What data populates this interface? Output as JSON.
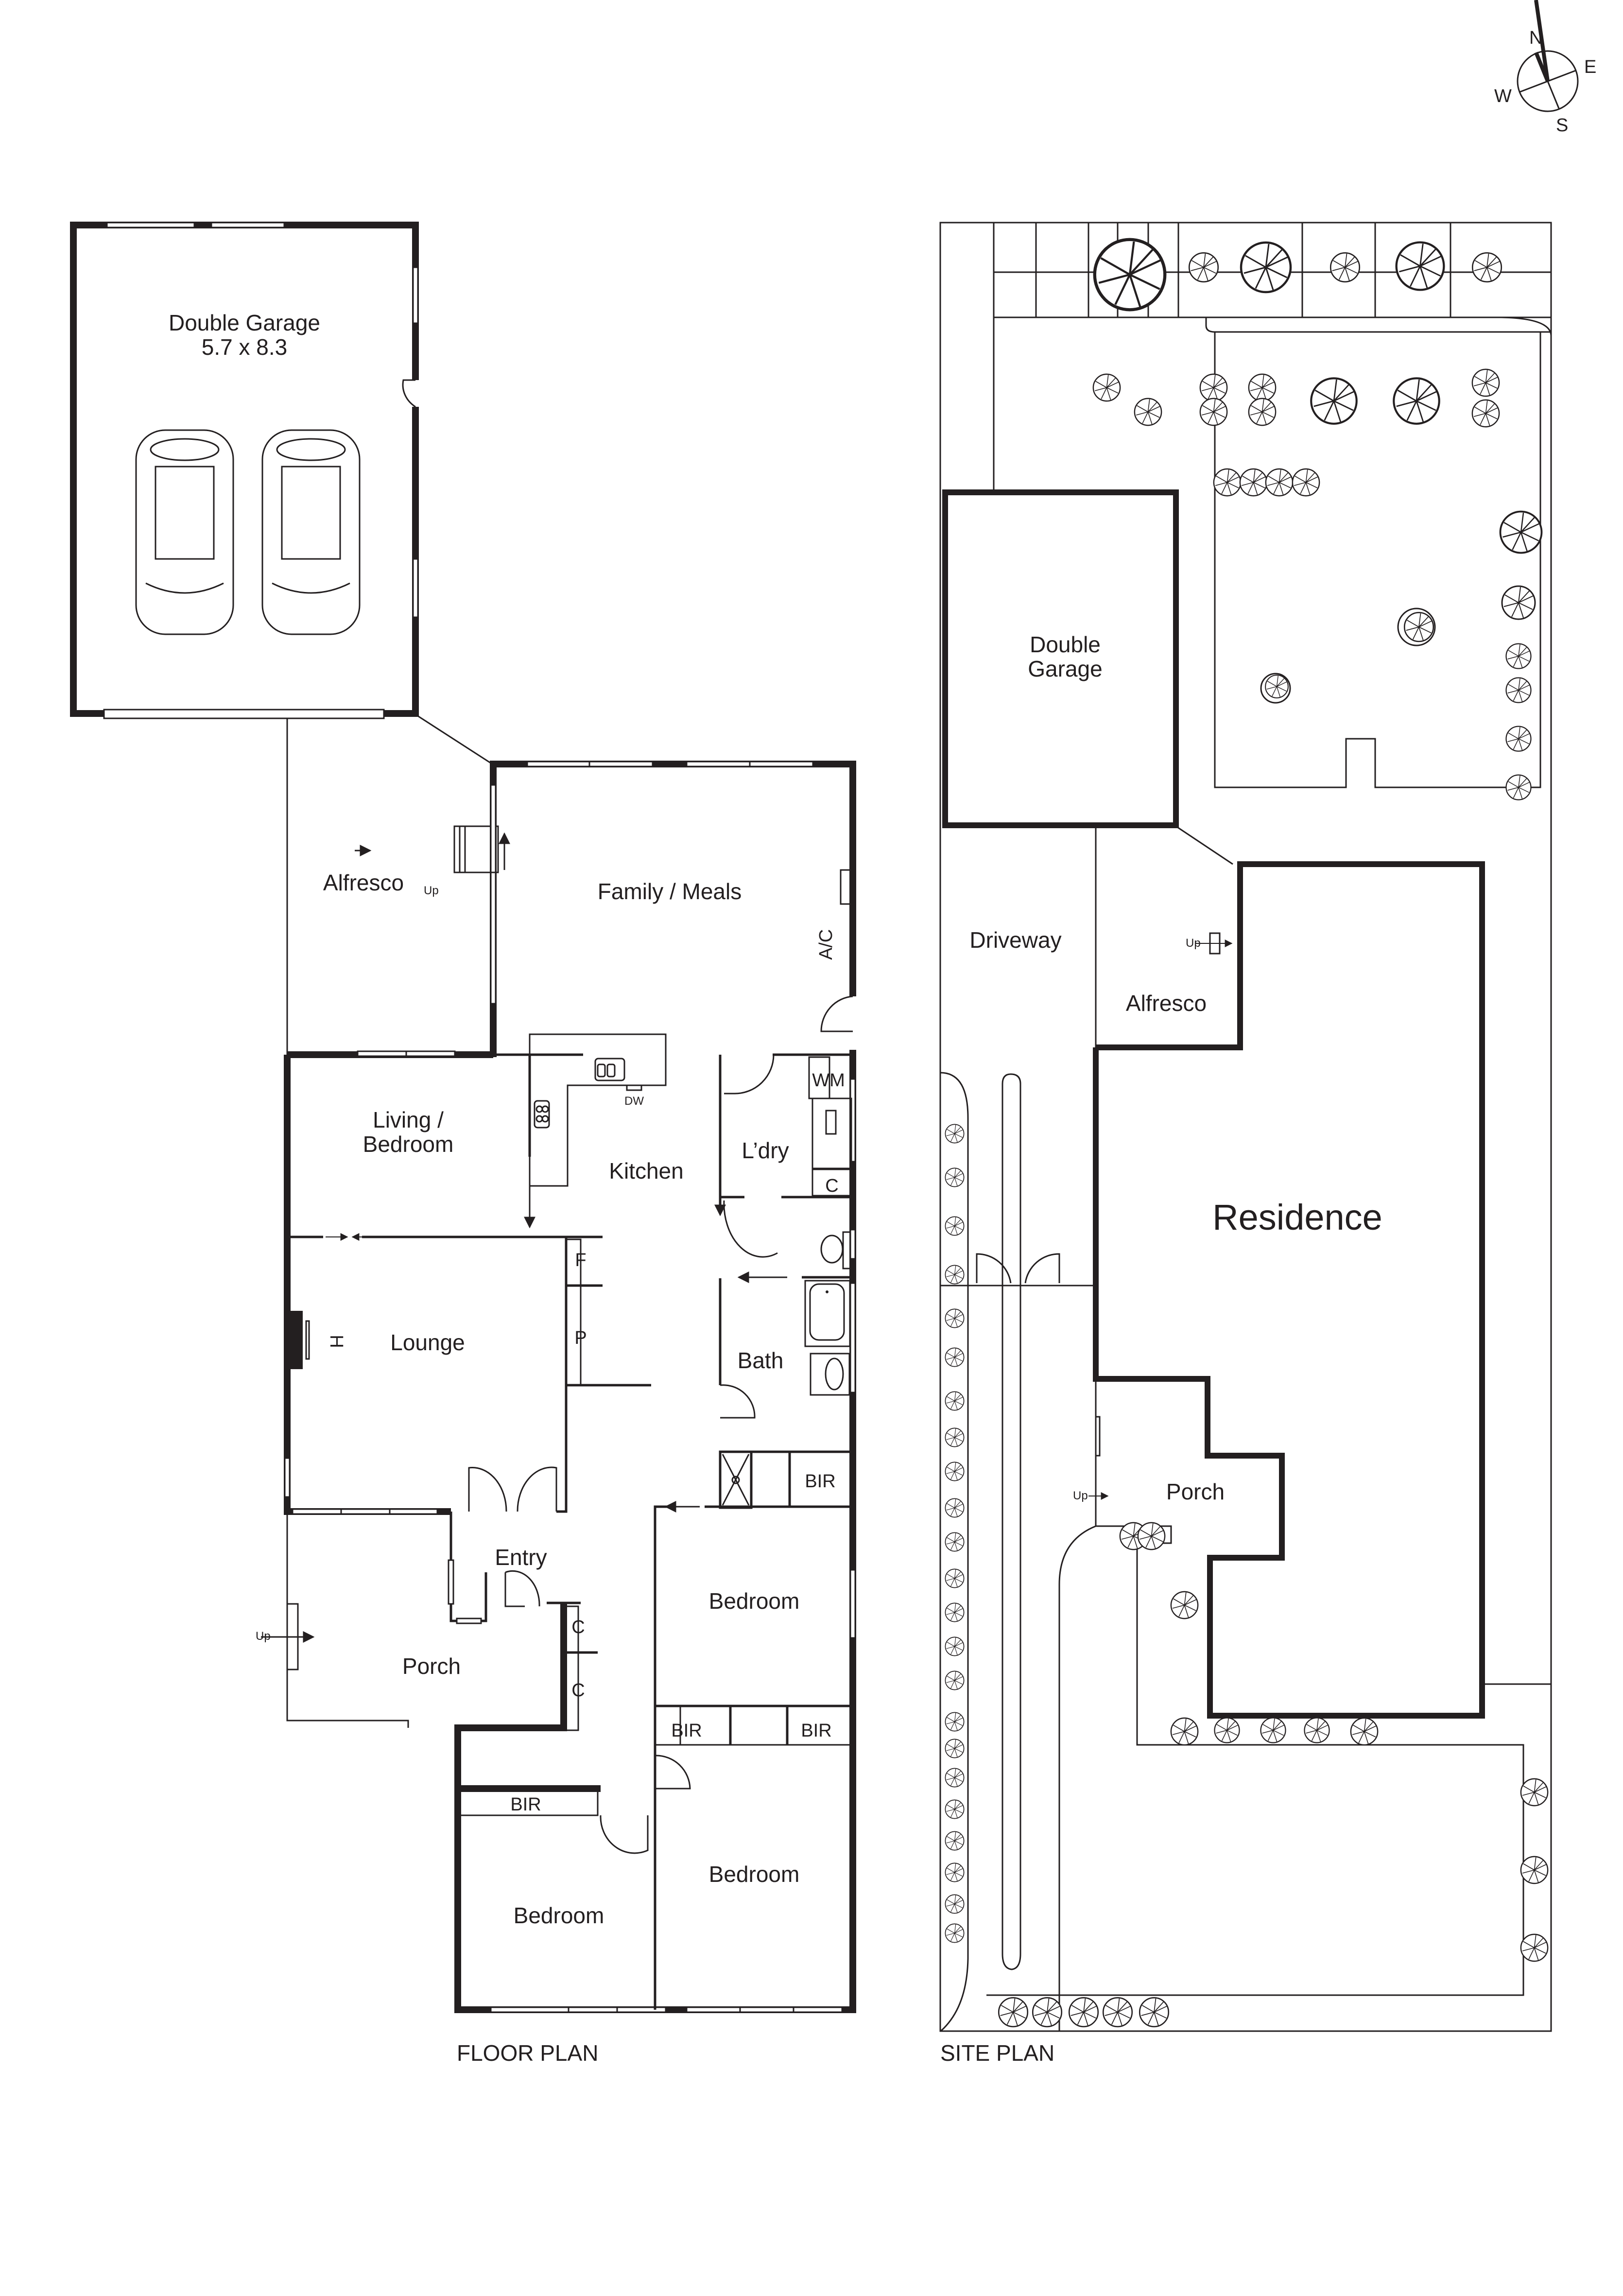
{
  "compass": {
    "north": "N",
    "east": "E",
    "south": "S",
    "west": "W"
  },
  "floor_plan": {
    "title": "FLOOR PLAN",
    "rooms": {
      "double_garage": {
        "name": "Double Garage",
        "dimensions": "5.7 x 8.3"
      },
      "alfresco": {
        "name": "Alfresco"
      },
      "family_meals": {
        "name": "Family / Meals"
      },
      "living_bedroom_line1": {
        "name": "Living /"
      },
      "living_bedroom_line2": {
        "name": "Bedroom"
      },
      "kitchen": {
        "name": "Kitchen"
      },
      "laundry": {
        "name": "L’dry"
      },
      "lounge": {
        "name": "Lounge"
      },
      "bath": {
        "name": "Bath"
      },
      "entry": {
        "name": "Entry"
      },
      "porch": {
        "name": "Porch"
      },
      "bedroom_east_upper": {
        "name": "Bedroom"
      },
      "bedroom_east_lower": {
        "name": "Bedroom"
      },
      "bedroom_west_lower": {
        "name": "Bedroom"
      }
    },
    "fixtures": {
      "ac": "A/C",
      "dishwasher": "DW",
      "washing_machine": "WM",
      "fridge": "F",
      "pantry": "P",
      "heater": "H",
      "cupboard_laundry": "C",
      "cupboard_hall_1": "C",
      "cupboard_hall_2": "C",
      "bir_bath": "BIR",
      "bir_bed_left": "BIR",
      "bir_bed_right": "BIR",
      "bir_bed_west": "BIR"
    },
    "steps": {
      "alfresco_up": "Up",
      "porch_up": "Up"
    }
  },
  "site_plan": {
    "title": "SITE PLAN",
    "areas": {
      "double_garage_line1": "Double",
      "double_garage_line2": "Garage",
      "driveway": "Driveway",
      "alfresco": "Alfresco",
      "residence": "Residence",
      "porch": "Porch"
    },
    "steps": {
      "alfresco_up": "Up",
      "porch_up": "Up"
    }
  },
  "colors": {
    "line": "#231f20",
    "background": "#ffffff"
  }
}
